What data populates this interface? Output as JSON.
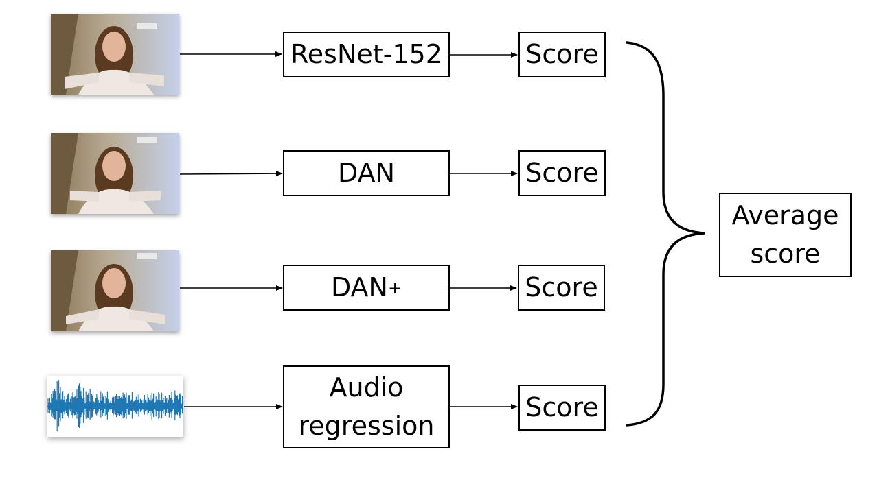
{
  "rows": [
    {
      "input": "face-image",
      "model": "ResNet-152",
      "score": "Score"
    },
    {
      "input": "face-image",
      "model": "DAN",
      "score": "Score"
    },
    {
      "input": "face-image",
      "model": "DAN",
      "model_superscript": "+",
      "score": "Score"
    },
    {
      "input": "audio-waveform",
      "model": "Audio\nregression",
      "score": "Score"
    }
  ],
  "output": {
    "label": "Average\nscore"
  },
  "colors": {
    "stroke": "#000000",
    "waveform": "#1f77b4",
    "background": "#ffffff"
  }
}
